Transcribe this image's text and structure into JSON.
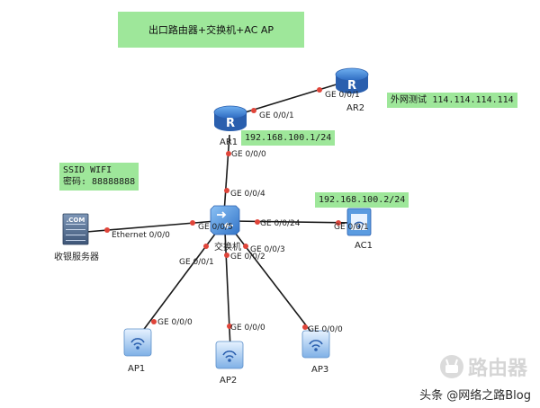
{
  "title": "出口路由器+交换机+AC AP",
  "notes": {
    "ar1_ip": "192.168.100.1/24",
    "ac1_ip": "192.168.100.2/24",
    "wifi_line1": "SSID WIFI",
    "wifi_line2": "密码: 88888888",
    "external_test_label": "外网测试",
    "external_test_ip": "114.114.114.114"
  },
  "devices": {
    "ar1": "AR1",
    "ar2": "AR2",
    "switch": "交换机",
    "ac1": "AC1",
    "server": "收银服务器",
    "ap1": "AP1",
    "ap2": "AP2",
    "ap3": "AP3"
  },
  "ports": {
    "ar1_up": "GE 0/0/1",
    "ar2_down": "GE 0/0/1",
    "ar1_down": "GE 0/0/0",
    "sw_up": "GE 0/0/4",
    "sw_left": "GE 0/0/5",
    "server_eth": "Ethernet 0/0/0",
    "sw_right": "GE 0/0/24",
    "ac1_port": "GE 0/0/1",
    "sw_ap1": "GE 0/0/1",
    "sw_ap2": "GE 0/0/2",
    "sw_ap3": "GE 0/0/3",
    "ap1_port": "GE 0/0/0",
    "ap2_port": "GE 0/0/0",
    "ap3_port": "GE 0/0/0"
  },
  "icons": {
    "server_badge": ".COM"
  },
  "watermark": {
    "logo_text": "路由器",
    "credit": "头条 @网络之路Blog"
  },
  "colors": {
    "note_bg": "#9ee79a",
    "link": "#1a1a1a",
    "port_dot": "#e0453a",
    "device_blue": "#3d7fd1"
  }
}
